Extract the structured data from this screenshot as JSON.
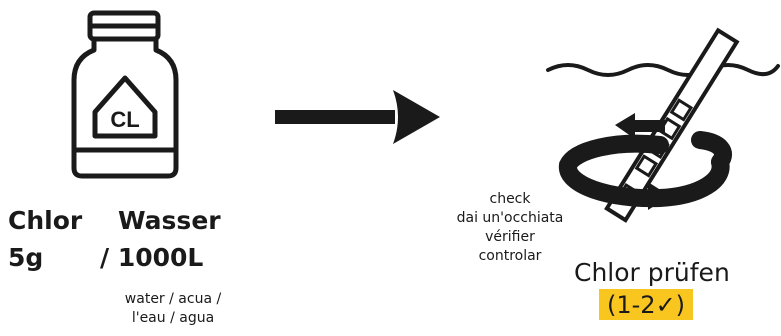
{
  "product": {
    "icon_text": "CL",
    "name": "Chlor",
    "amount": "5g"
  },
  "water": {
    "label": "Wasser",
    "amount": "/ 1000L",
    "translations": [
      "water / acua /",
      "l'eau / agua"
    ]
  },
  "check": {
    "translations": [
      "check",
      "dai un'occhiata",
      "vérifier",
      "controlar"
    ],
    "title": "Chlor prüfen",
    "range": "(1-2✓)"
  },
  "colors": {
    "ink": "#1a1a1a",
    "highlight": "#f9c51f",
    "background": "#ffffff"
  },
  "icons": [
    "jar-icon",
    "arrow-right-icon",
    "wave-icon",
    "test-strip-icon",
    "swirl-arrow-icon"
  ]
}
